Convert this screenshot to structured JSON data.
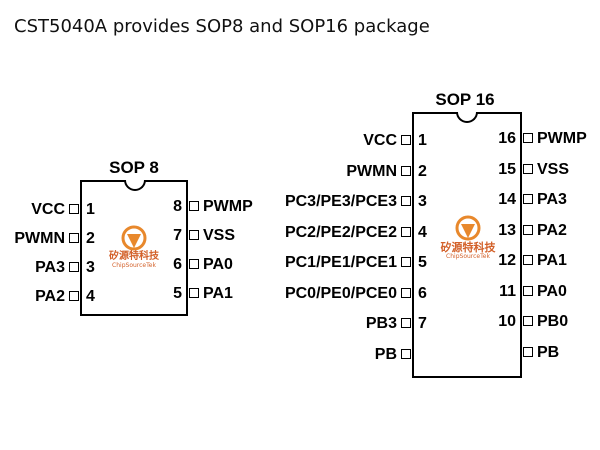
{
  "heading": "CST5040A provides SOP8 and SOP16 package",
  "colors": {
    "logo_orange": "#e8882c",
    "logo_text": "#d3612a",
    "outline": "#000000"
  },
  "logo": {
    "icon": "chiosourcetek-logo-icon",
    "cn": "矽源特科技",
    "en": "ChipSourceTek"
  },
  "sop8": {
    "title": "SOP 8",
    "left_pins": [
      {
        "name": "VCC",
        "number": "1"
      },
      {
        "name": "PWMN",
        "number": "2"
      },
      {
        "name": "PA3",
        "number": "3"
      },
      {
        "name": "PA2",
        "number": "4"
      }
    ],
    "right_pins": [
      {
        "name": "PWMP",
        "number": "8"
      },
      {
        "name": "VSS",
        "number": "7"
      },
      {
        "name": "PA0",
        "number": "6"
      },
      {
        "name": "PA1",
        "number": "5"
      }
    ]
  },
  "sop16": {
    "title": "SOP 16",
    "left_pins": [
      {
        "name": "VCC",
        "number": "1"
      },
      {
        "name": "PWMN",
        "number": "2"
      },
      {
        "name": "PC3/PE3/PCE3",
        "number": "3"
      },
      {
        "name": "PC2/PE2/PCE2",
        "number": "4"
      },
      {
        "name": "PC1/PE1/PCE1",
        "number": "5"
      },
      {
        "name": "PC0/PE0/PCE0",
        "number": "6"
      },
      {
        "name": "PB3",
        "number": "7"
      },
      {
        "name": "PB",
        "number": ""
      }
    ],
    "right_pins": [
      {
        "name": "PWMP",
        "number": "16"
      },
      {
        "name": "VSS",
        "number": "15"
      },
      {
        "name": "PA3",
        "number": "14"
      },
      {
        "name": "PA2",
        "number": "13"
      },
      {
        "name": "PA1",
        "number": "12"
      },
      {
        "name": "PA0",
        "number": "11"
      },
      {
        "name": "PB0",
        "number": "10"
      },
      {
        "name": "PB",
        "number": ""
      }
    ]
  }
}
